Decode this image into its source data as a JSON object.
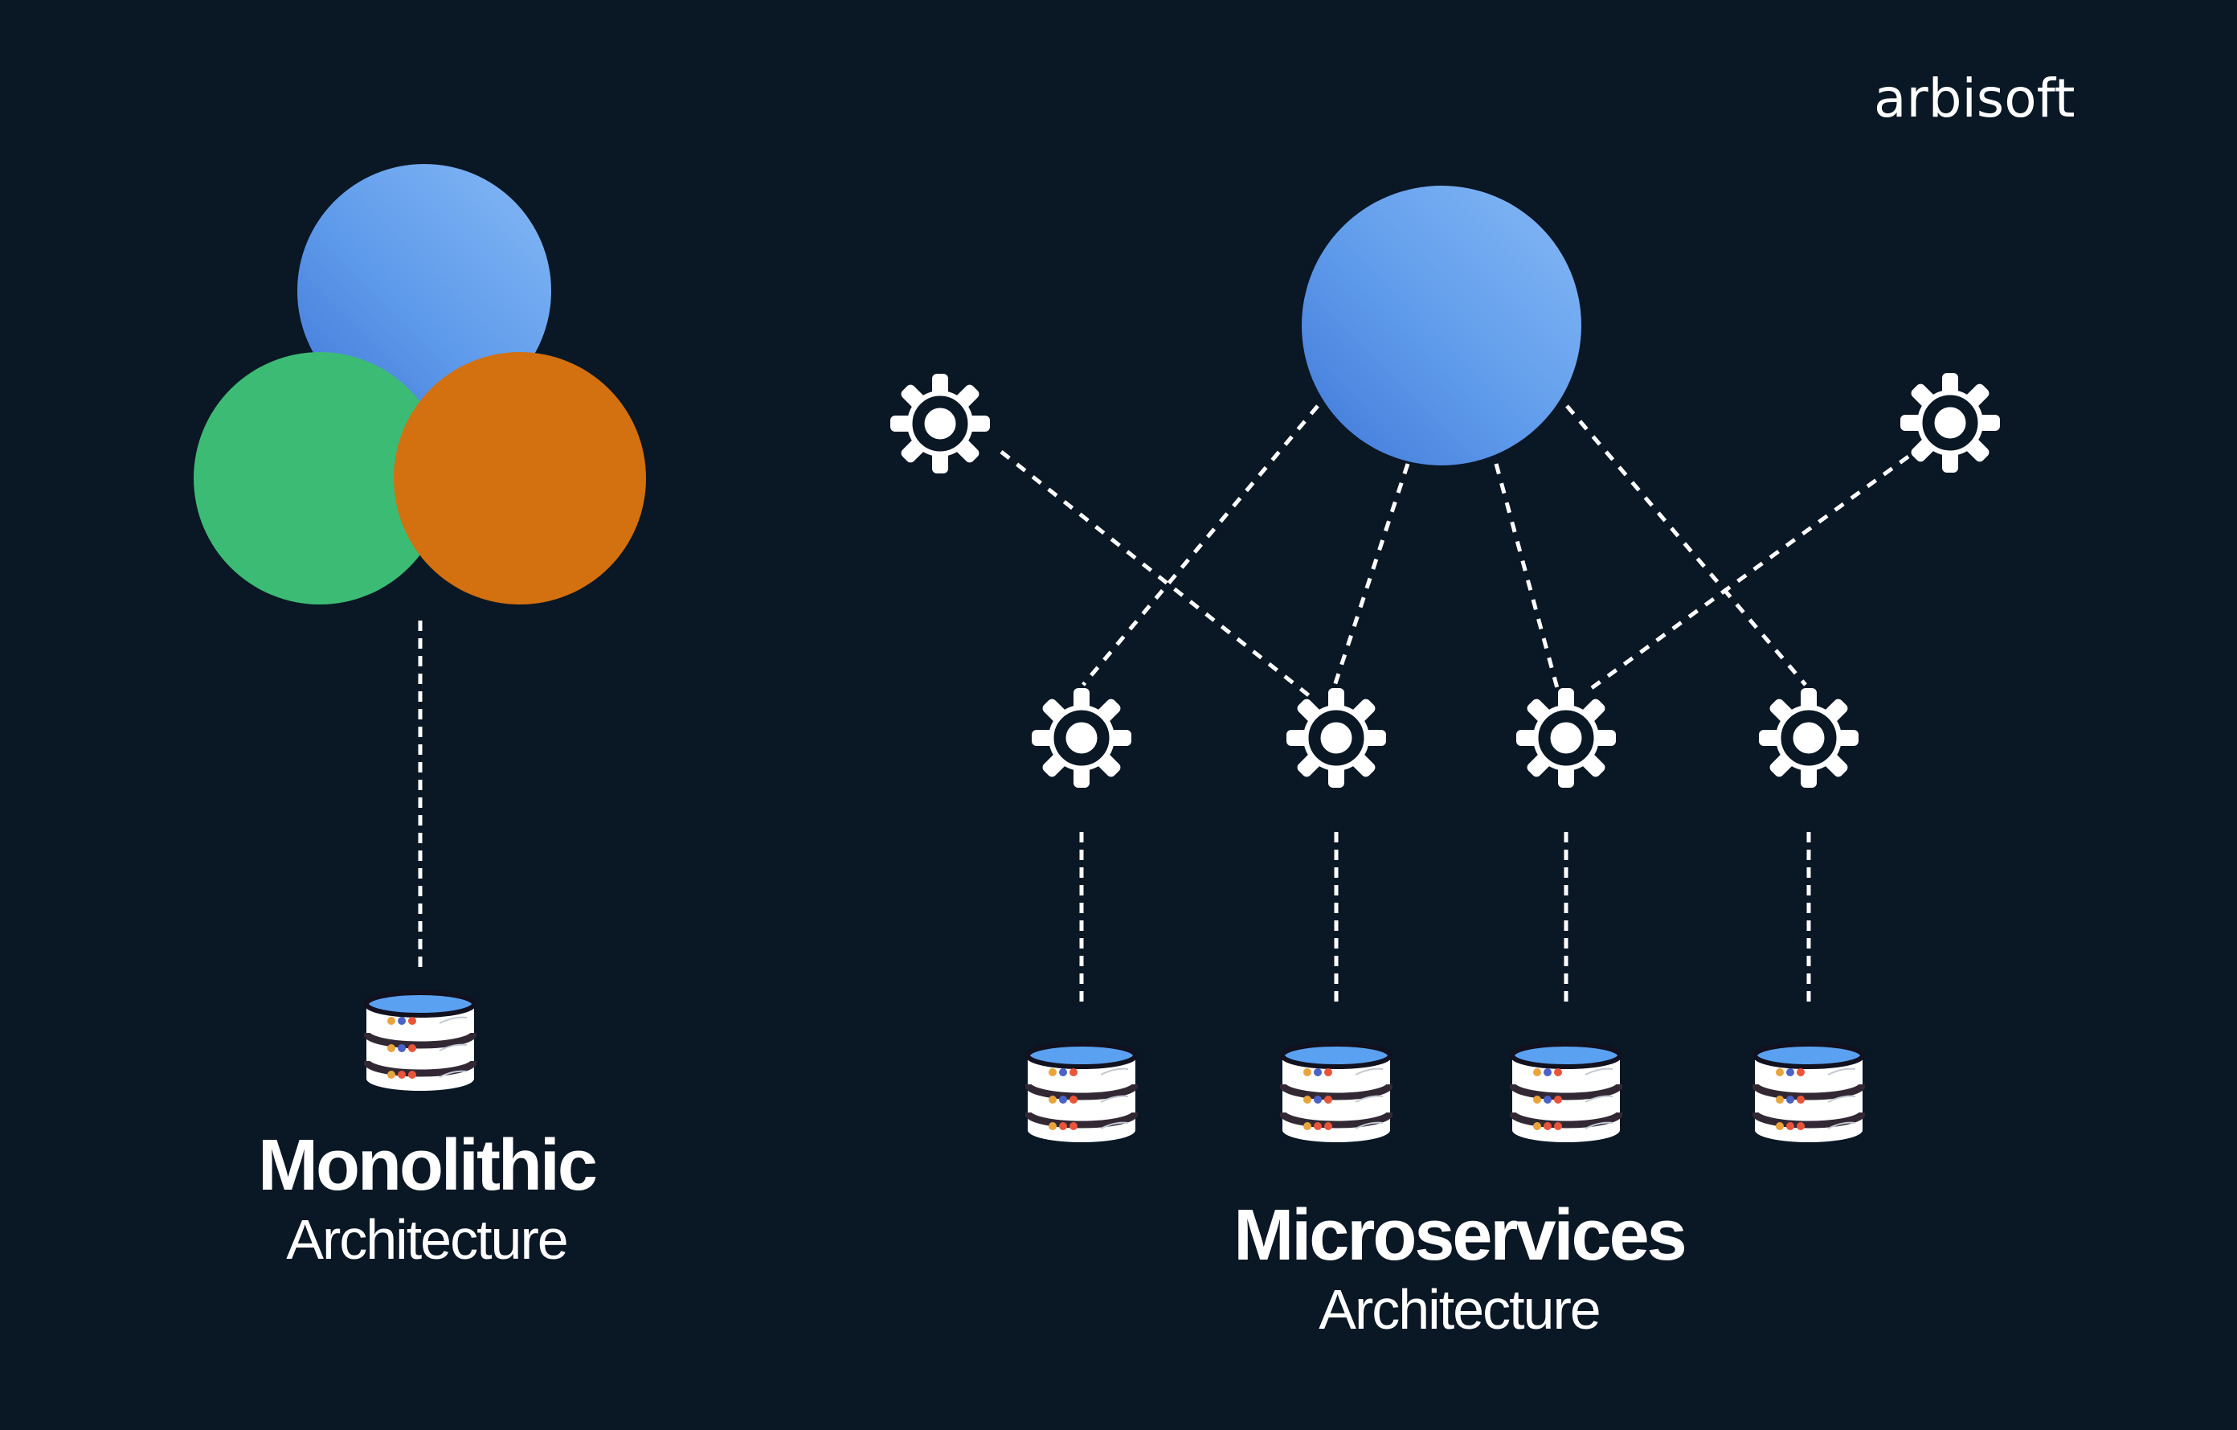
{
  "brand": {
    "logo_text": "arbisoft"
  },
  "monolith": {
    "title": "Monolithic",
    "subtitle": "Architecture",
    "modules": [
      {
        "name": "blue-module",
        "color": "#5f9beb"
      },
      {
        "name": "green-module",
        "color": "#3cbb75"
      },
      {
        "name": "orange-module",
        "color": "#d3700f"
      }
    ],
    "database_count": 1
  },
  "microservices": {
    "title": "Microservices",
    "subtitle": "Architecture",
    "hub_color": "#5f9beb",
    "gear_count": 6,
    "database_count": 4
  },
  "icons": {
    "gear": "gear-icon",
    "database": "database-icon"
  },
  "colors": {
    "background": "#0a1724",
    "text": "#ffffff",
    "dashed_line": "#ffffff",
    "db_top": "#5ba1f1",
    "db_outline": "#11111f",
    "db_separator": "#322834",
    "db_dot_yellow": "#e9a43b",
    "db_dot_blue": "#4b62c9",
    "db_dot_red": "#e9543a"
  }
}
